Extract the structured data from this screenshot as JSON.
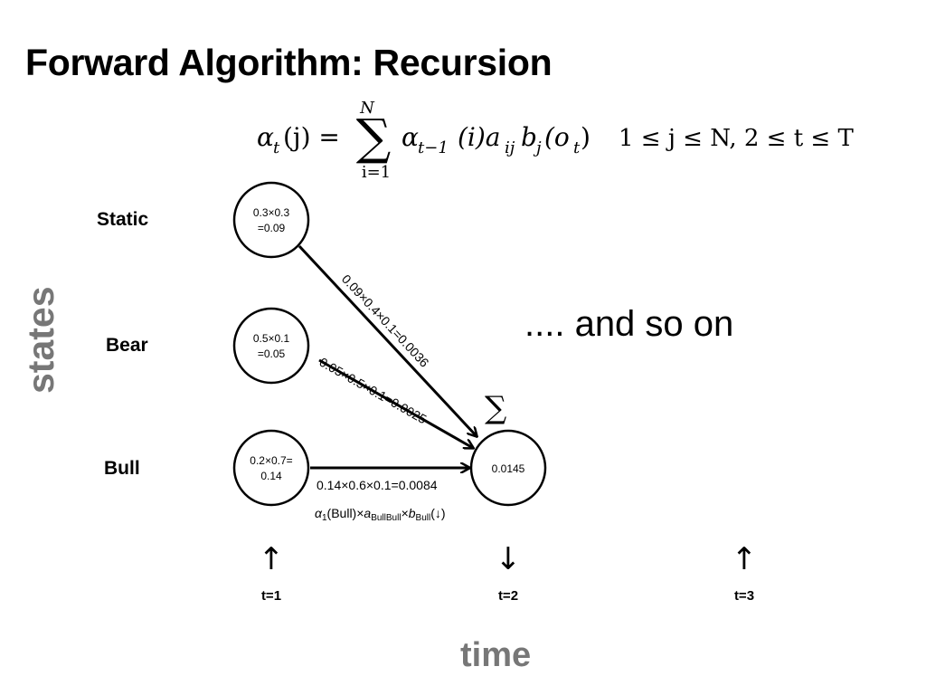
{
  "title": "Forward Algorithm: Recursion",
  "formula": {
    "lhs": "α",
    "lhs_sub": "t",
    "lhs_arg": "(j) =",
    "sum_top": "N",
    "sum_bottom": "i=1",
    "sum_symbol": "∑",
    "rhs_alpha": "α",
    "rhs_alpha_sub": "t−1",
    "rhs_rest1": "(i)a",
    "rhs_a_sub": "ij",
    "rhs_b": "b",
    "rhs_b_sub": "j",
    "rhs_o": "(o",
    "rhs_o_sub": "t",
    "rhs_close": ")",
    "condition": "1 ≤ j ≤ N, 2 ≤ t ≤ T"
  },
  "axes": {
    "states": "states",
    "time": "time"
  },
  "states": [
    "Static",
    "Bear",
    "Bull"
  ],
  "nodes": {
    "static_t1": [
      "0.3×0.3",
      "=0.09"
    ],
    "bear_t1": [
      "0.5×0.1",
      "=0.05"
    ],
    "bull_t1": [
      "0.2×0.7=",
      "0.14"
    ],
    "bull_t2": [
      "0.0145"
    ]
  },
  "edges": {
    "static_to_bull": "0.09×0.4×0.1=0.0036",
    "bear_to_bull": "0.05×0.5×0.1=0.0025",
    "bull_to_bull": "0.14×0.6×0.1=0.0084"
  },
  "bull_formula": {
    "alpha": "α",
    "alpha_sub": "1",
    "part1": "(Bull)×",
    "a": "a",
    "a_sub": "BullBull",
    "times": "×",
    "b": "b",
    "b_sub": "Bull",
    "obs": "(↓)"
  },
  "sigma": "∑",
  "and_so_on": ".... and so on",
  "timesteps": [
    {
      "label": "t=1",
      "obs": "↑"
    },
    {
      "label": "t=2",
      "obs": "↓"
    },
    {
      "label": "t=3",
      "obs": "↑"
    }
  ]
}
